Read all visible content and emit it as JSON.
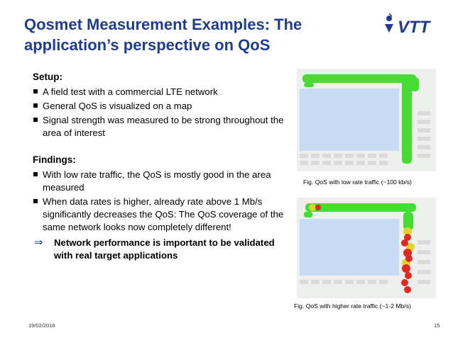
{
  "slide": {
    "title_line1": "Qosmet Measurement Examples: The",
    "title_line2": "application’s perspective on QoS",
    "logo_text": "VTT",
    "setup": {
      "heading": "Setup:",
      "bullets": [
        "A field test with a commercial LTE network",
        "General QoS is visualized on a map",
        "Signal strength was measured to be strong throughout the area of interest"
      ]
    },
    "findings": {
      "heading": "Findings:",
      "bullets": [
        "With low rate traffic, the QoS is mostly good in the area measured",
        "When data rates is higher, already rate above 1 Mb/s significantly decreases the QoS: The QoS coverage of the same network looks now completely different!"
      ],
      "conclusion_arrow": "⇒",
      "conclusion": "Network performance is important to be validated with real target applications"
    },
    "figures": [
      {
        "caption": "Fig. QoS with low rate traffic (~100 kb/s)"
      },
      {
        "caption": "Fig. QoS with higher rate traffic (~1-2 Mb/s)"
      }
    ],
    "footer": {
      "date": "19/02/2016",
      "page": "15"
    },
    "colors": {
      "title": "#1f3d8a",
      "good": "#3ddc2a",
      "medium": "#e0d42a",
      "bad": "#e02a20",
      "water": "#c9dcf5"
    }
  }
}
